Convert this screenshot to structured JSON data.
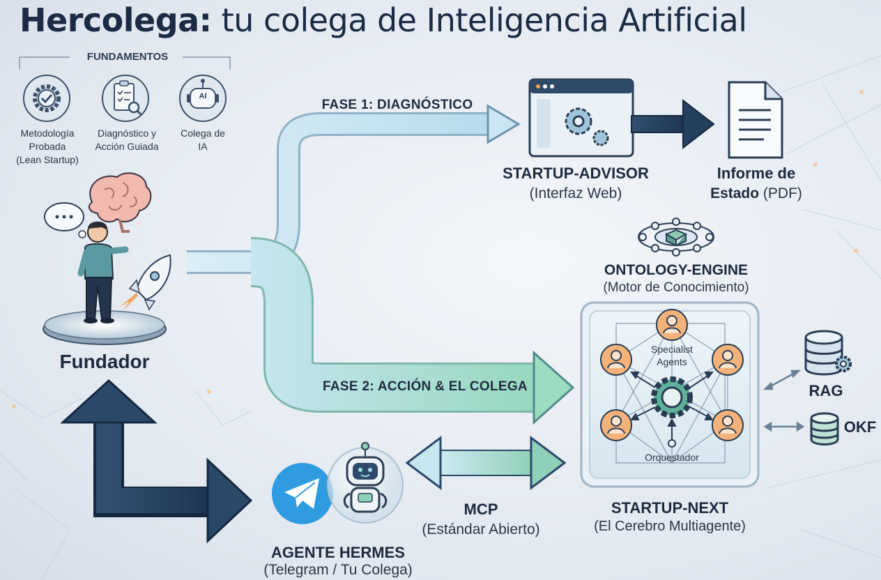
{
  "title": {
    "bold": "Hercolega:",
    "rest": " tu colega de Inteligencia Artificial"
  },
  "fundamentos": {
    "heading": "FUNDAMENTOS",
    "items": [
      {
        "icon": "gear-check-icon",
        "lines": [
          "Metodología",
          "Probada",
          "(Lean Startup)"
        ]
      },
      {
        "icon": "clipboard-search-icon",
        "lines": [
          "Diagnóstico y",
          "Acción Guiada"
        ]
      },
      {
        "icon": "ai-robot-icon",
        "badge": "AI",
        "lines": [
          "Colega de",
          "IA"
        ]
      }
    ]
  },
  "founder": {
    "label": "Fundador"
  },
  "phases": {
    "phase1": "FASE 1: DIAGNÓSTICO",
    "phase2": "FASE 2: ACCIÓN & EL COLEGA"
  },
  "startup_advisor": {
    "title": "STARTUP-ADVISOR",
    "subtitle": "(Interfaz Web)"
  },
  "report": {
    "title": "Informe de",
    "subtitle_bold": "Estado",
    "subtitle_rest": " (PDF)"
  },
  "ontology_engine": {
    "title": "ONTOLOGY-ENGINE",
    "subtitle": "(Motor de Conocimiento)"
  },
  "startup_next": {
    "title": "STARTUP-NEXT",
    "subtitle": "(El Cerebro Multiagente)",
    "specialist_label_1": "Specialist",
    "specialist_label_2": "Agents",
    "orchestrator_label": "Orquestador"
  },
  "rag": {
    "label": "RAG"
  },
  "okf": {
    "label": "OKF"
  },
  "mcp": {
    "title": "MCP",
    "subtitle": "(Estándar Abierto)"
  },
  "hermes": {
    "title": "AGENTE HERMES",
    "subtitle": "(Telegram / Tu Colega)"
  },
  "colors": {
    "navy": "#1f3a5a",
    "light_blue": "#bfe0ee",
    "mint": "#9fdcc6",
    "orange": "#e8a25c",
    "telegram": "#2f9be0"
  }
}
